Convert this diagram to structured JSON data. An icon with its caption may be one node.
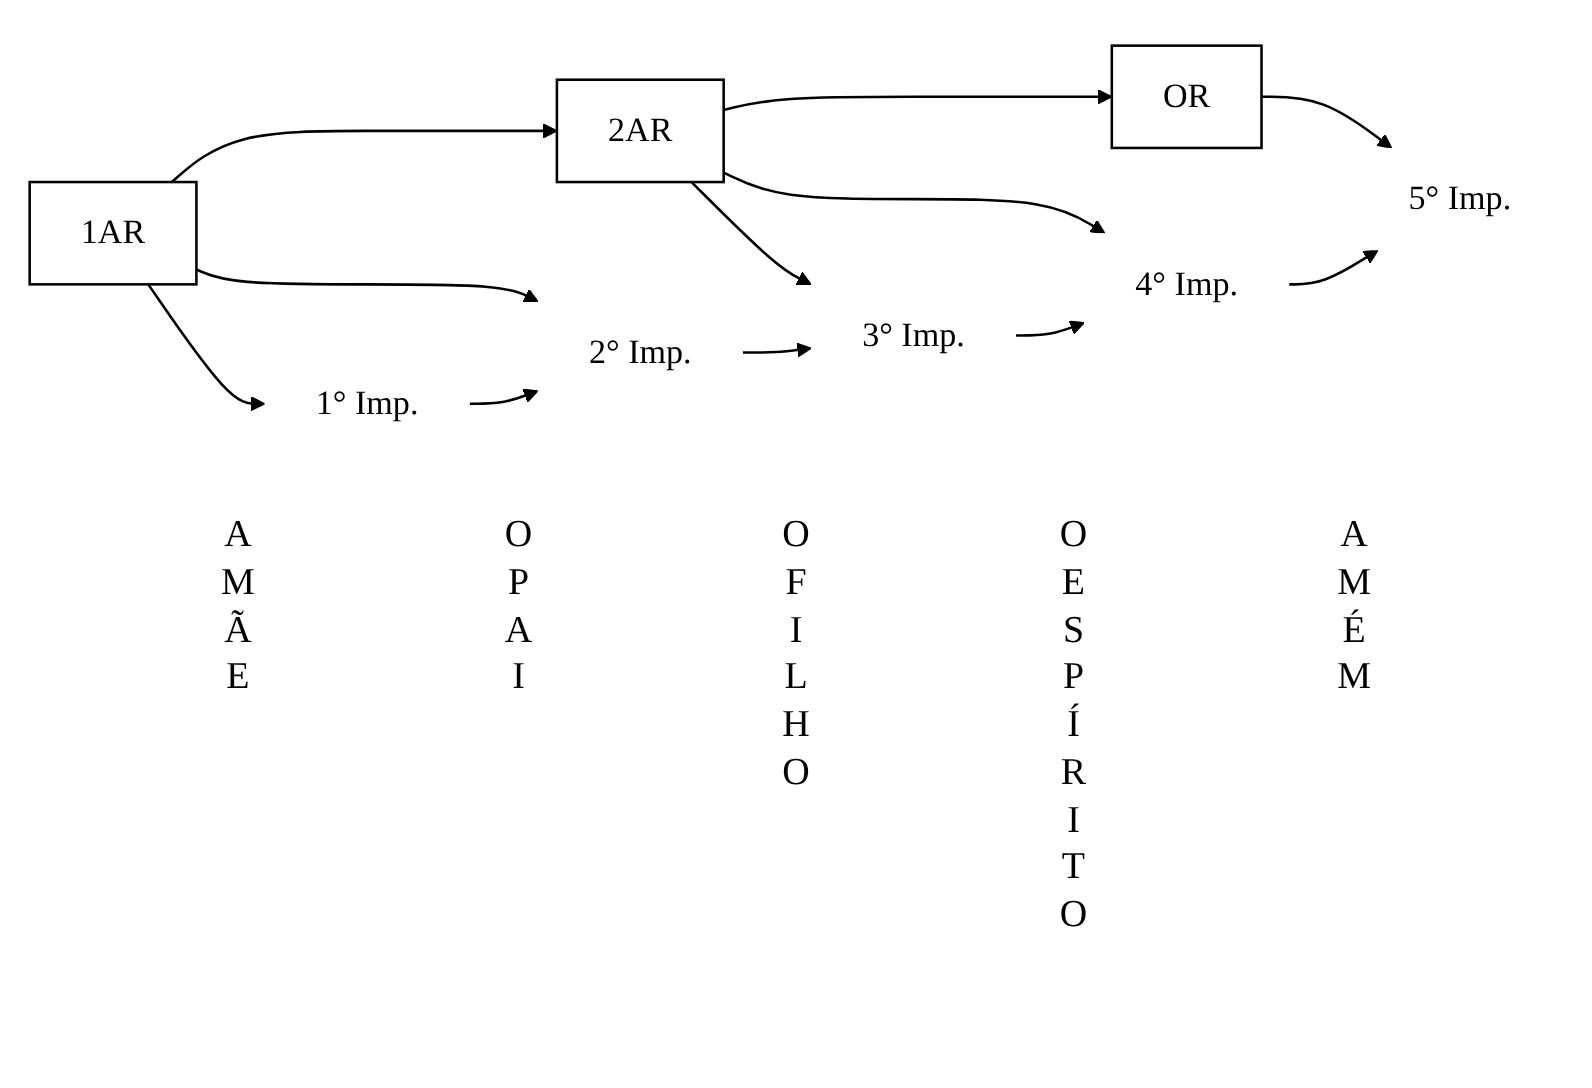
{
  "diagram": {
    "nodes": [
      {
        "text": [
          "1AR"
        ]
      },
      {
        "text": [
          "2AR"
        ]
      },
      {
        "text": [
          "OR"
        ]
      },
      {
        "text": [
          "1° Imp."
        ]
      },
      {
        "text": [
          "2° Imp."
        ]
      },
      {
        "text": [
          "3° Imp."
        ]
      },
      {
        "text": [
          "4° Imp."
        ]
      },
      {
        "text": [
          "5° Imp."
        ]
      }
    ],
    "edges": [
      {
        "from": 0,
        "to": 1,
        "arrow": "to"
      },
      {
        "from": 1,
        "to": 2,
        "arrow": "to"
      },
      {
        "from": 0,
        "to": 3,
        "arrow": "to"
      },
      {
        "from": 0,
        "to": 4,
        "arrow": "to"
      },
      {
        "from": 1,
        "to": 5,
        "arrow": "to"
      },
      {
        "from": 1,
        "to": 6,
        "arrow": "to"
      },
      {
        "from": 2,
        "to": 7,
        "arrow": "to"
      },
      {
        "from": 3,
        "to": 4,
        "arrow": "to"
      },
      {
        "from": 4,
        "to": 5,
        "arrow": "to"
      },
      {
        "from": 5,
        "to": 6,
        "arrow": "to"
      },
      {
        "from": 6,
        "to": 7,
        "arrow": "to"
      }
    ],
    "labels": [
      "A M Ã E",
      "O P A I",
      "O F I L H O",
      "O E S P Í R I T O",
      "A M É M"
    ]
  }
}
